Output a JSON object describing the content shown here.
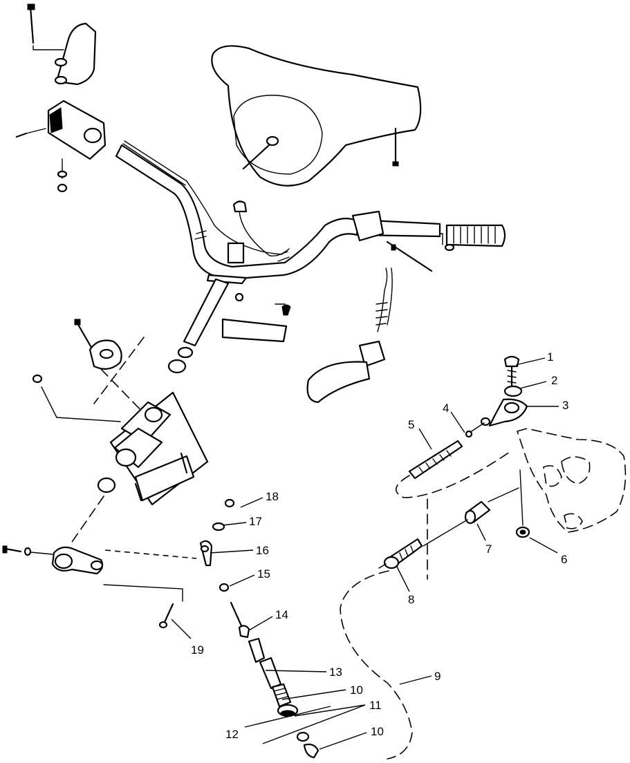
{
  "callouts": [
    {
      "id": "1",
      "label": "1"
    },
    {
      "id": "2",
      "label": "2"
    },
    {
      "id": "3",
      "label": "3"
    },
    {
      "id": "4",
      "label": "4"
    },
    {
      "id": "5",
      "label": "5"
    },
    {
      "id": "6",
      "label": "6"
    },
    {
      "id": "7",
      "label": "7"
    },
    {
      "id": "8",
      "label": "8"
    },
    {
      "id": "9",
      "label": "9"
    },
    {
      "id": "10a",
      "label": "10"
    },
    {
      "id": "10b",
      "label": "10"
    },
    {
      "id": "11",
      "label": "11"
    },
    {
      "id": "12",
      "label": "12"
    },
    {
      "id": "13",
      "label": "13"
    },
    {
      "id": "14",
      "label": "14"
    },
    {
      "id": "15",
      "label": "15"
    },
    {
      "id": "16",
      "label": "16"
    },
    {
      "id": "17",
      "label": "17"
    },
    {
      "id": "18",
      "label": "18"
    },
    {
      "id": "19",
      "label": "19"
    }
  ],
  "colors": {
    "line": "#000000",
    "background": "#ffffff"
  }
}
